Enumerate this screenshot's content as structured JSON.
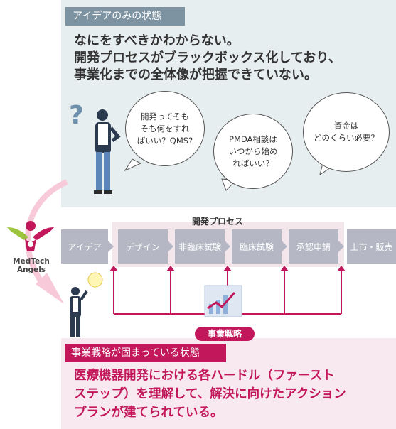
{
  "top": {
    "tag": "アイデアのみの状態",
    "heading_lines": [
      "なにをすべきかわからない。",
      "開発プロセスがブラックボックス化しており、",
      "事業化までの全体像が把握できていない。"
    ],
    "question_mark": "?",
    "bubbles": [
      "開発ってそも\nそも何をすれ\nばいい？QMS?",
      "PMDA相談は\nいつから始め\nればいい？",
      "資金は\nどのくらい必要？"
    ]
  },
  "process": {
    "label": "開発プロセス",
    "steps": [
      "アイデア",
      "デザイン",
      "非臨床試験",
      "臨床試験",
      "承認申請",
      "上市・販売"
    ]
  },
  "logo": {
    "text_line1": "MedTech",
    "text_line2": "Angels"
  },
  "strategy_label": "事業戦略",
  "bottom": {
    "tag": "事業戦略が固まっている状態",
    "heading_lines": [
      "医療機器開発における各ハードル（ファースト",
      "ステップ）を理解して、解決に向けたアクション",
      "プランが建てられている。"
    ]
  },
  "colors": {
    "accent": "#c2185b",
    "top_panel": "#e7eef0",
    "bottom_panel": "#f8e8ef",
    "tag_gray": "#7d93a2",
    "step": "#b5b8c4"
  }
}
